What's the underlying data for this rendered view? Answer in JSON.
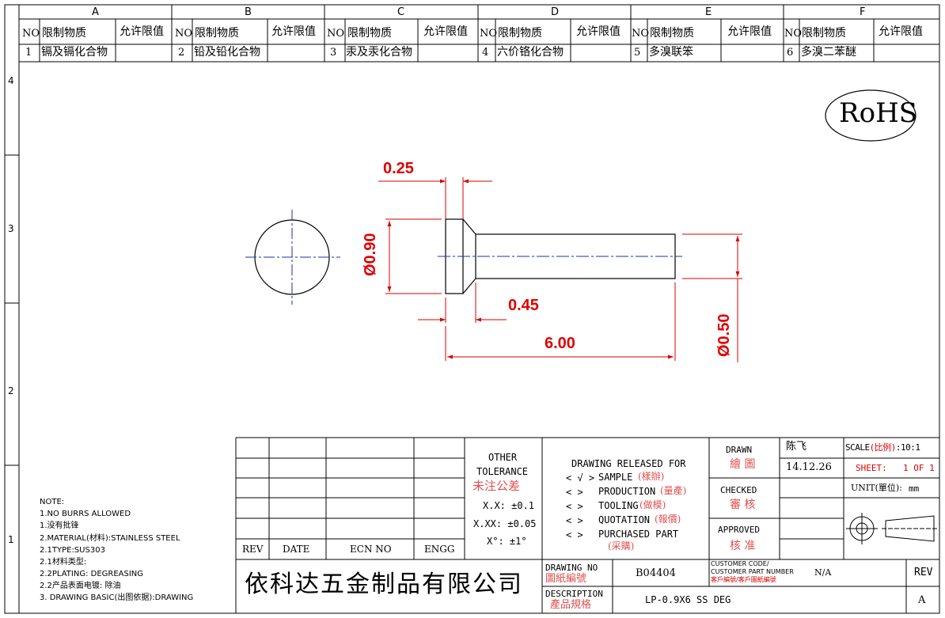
{
  "zones": [
    "A",
    "B",
    "C",
    "D",
    "E",
    "F"
  ],
  "rows": [
    "4",
    "3",
    "2",
    "1"
  ],
  "restricted_table": {
    "headers": {
      "no": "NO",
      "substance": "限制物质",
      "limit": "允许限值"
    },
    "items": [
      {
        "no": "1",
        "name": "镉及镉化合物"
      },
      {
        "no": "2",
        "name": "铅及铅化合物"
      },
      {
        "no": "3",
        "name": "汞及汞化合物"
      },
      {
        "no": "4",
        "name": "六价铬化合物"
      },
      {
        "no": "5",
        "name": "多溴联笨"
      },
      {
        "no": "6",
        "name": "多溴二苯醚"
      }
    ]
  },
  "rohs": "RoHS",
  "dimensions": {
    "head_thickness": "0.25",
    "head_diameter": "Ø0.90",
    "chamfer": "0.45",
    "length": "6.00",
    "shank_diameter": "Ø0.50"
  },
  "notes": [
    "NOTE:",
    "1.NO BURRS ALLOWED",
    "1.没有批锋",
    "2.MATERIAL(材料):STAINLESS STEEL",
    "2.1TYPE:SUS303",
    "2.1材料类型:",
    "2.2PLATING: DEGREASING",
    "2.2产品表面电镀: 除油",
    "3. DRAWING BASIC(出图依据):DRAWING"
  ],
  "revision_table": {
    "rev": "REV",
    "date": "DATE",
    "ecn": "ECN NO",
    "engg": "ENGG"
  },
  "tolerance": {
    "title1": "OTHER",
    "title2": "TOLERANCE",
    "title_cn": "未注公差",
    "xx": "X.X: ±0.1",
    "xxx": "X.XX: ±0.05",
    "angle": "X°: ±1°"
  },
  "release": {
    "title": "DRAWING RELEASED FOR",
    "items": [
      {
        "mark": "< √ >",
        "en": "SAMPLE",
        "cn": "(樣辦)"
      },
      {
        "mark": "<   >",
        "en": "PRODUCTION",
        "cn": "(量產)"
      },
      {
        "mark": "<   >",
        "en": "TOOLING",
        "cn": "(做模)"
      },
      {
        "mark": "<   >",
        "en": "QUOTATION",
        "cn": "(報價)"
      },
      {
        "mark": "<   >",
        "en": "PURCHASED PART",
        "cn": "(采購)"
      }
    ]
  },
  "approvals": {
    "drawn": "DRAWN",
    "drawn_cn": "繪 圖",
    "drawn_by": "陈飞",
    "date": "14.12.26",
    "checked": "CHECKED",
    "checked_cn": "審 核",
    "approved": "APPROVED",
    "approved_cn": "核 准"
  },
  "scale": {
    "label": "SCALE",
    "label_cn": "(比例)",
    "value": ":10:1",
    "sheet_label": "SHEET:",
    "sheet_value": "1 OF 1",
    "unit_label": "UNIT(單位):",
    "unit_value": "mm"
  },
  "company": "依科达五金制品有限公司",
  "drawing_no": {
    "label": "DRAWING NO",
    "label_cn": "圖紙編號",
    "value": "B04404"
  },
  "customer": {
    "line1": "CUSTOMER CODE/",
    "line2": "CUSTOMER PART NUMBER",
    "line3": "客戶編號/客戶圖紙編號",
    "value": "N/A"
  },
  "rev": {
    "label": "REV",
    "value": "A"
  },
  "description": {
    "label": "DESCRIPTION",
    "label_cn": "產品規格",
    "value": "LP-0.9X6 SS DEG"
  }
}
